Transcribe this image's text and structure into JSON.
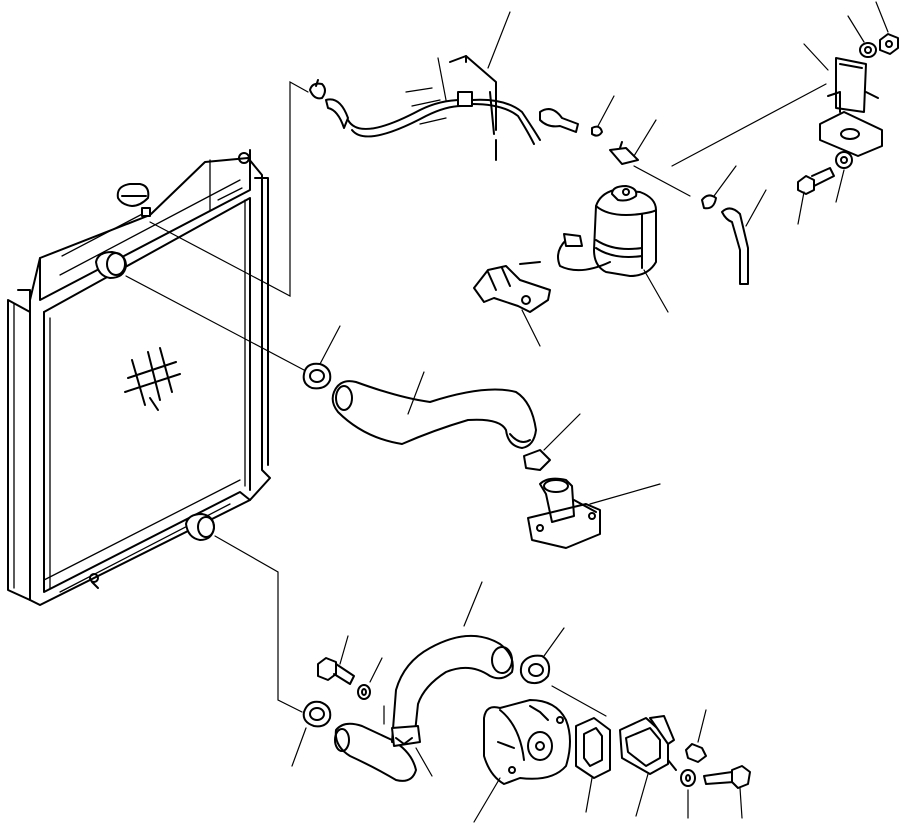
{
  "diagram": {
    "kind": "exploded-parts-view",
    "parts": [
      {
        "name": "radiator"
      },
      {
        "name": "radiator-cap"
      },
      {
        "name": "upper-inlet-hose"
      },
      {
        "name": "lower-outlet-hose"
      },
      {
        "name": "coolant-reservoir-tank"
      },
      {
        "name": "reservoir-bracket"
      },
      {
        "name": "tank-mounting-bracket"
      },
      {
        "name": "overflow-tube"
      },
      {
        "name": "thermostat-housing"
      },
      {
        "name": "water-pump"
      },
      {
        "name": "gasket"
      },
      {
        "name": "water-pump-elbow"
      },
      {
        "name": "hose-clamp"
      },
      {
        "name": "bolt"
      },
      {
        "name": "nut"
      },
      {
        "name": "washer"
      }
    ],
    "colors": {
      "ink": "#000000",
      "paper": "#ffffff"
    }
  }
}
